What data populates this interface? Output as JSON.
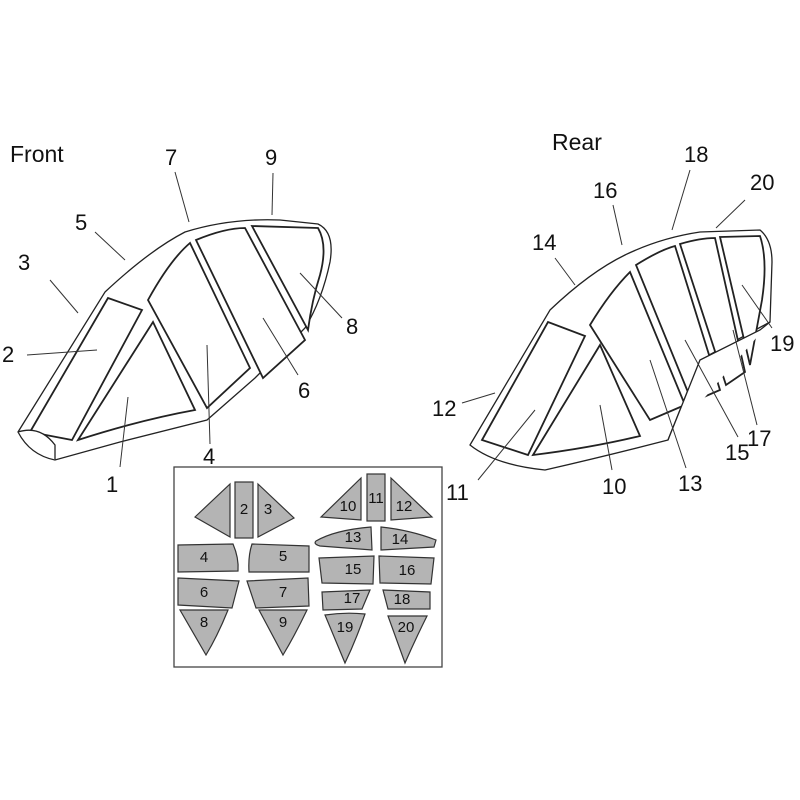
{
  "front": {
    "title": "Front",
    "callouts": [
      "1",
      "2",
      "3",
      "4",
      "5",
      "6",
      "7",
      "8",
      "9"
    ]
  },
  "rear": {
    "title": "Rear",
    "callouts": [
      "10",
      "11",
      "12",
      "13",
      "14",
      "15",
      "16",
      "17",
      "18",
      "19",
      "20"
    ]
  },
  "mask_sheet": {
    "pieces": [
      "2",
      "3",
      "4",
      "5",
      "6",
      "7",
      "8",
      "9",
      "10",
      "11",
      "12",
      "13",
      "14",
      "15",
      "16",
      "17",
      "18",
      "19",
      "20"
    ]
  },
  "colors": {
    "mask_fill": "#b4b4b4",
    "line": "#222222"
  }
}
